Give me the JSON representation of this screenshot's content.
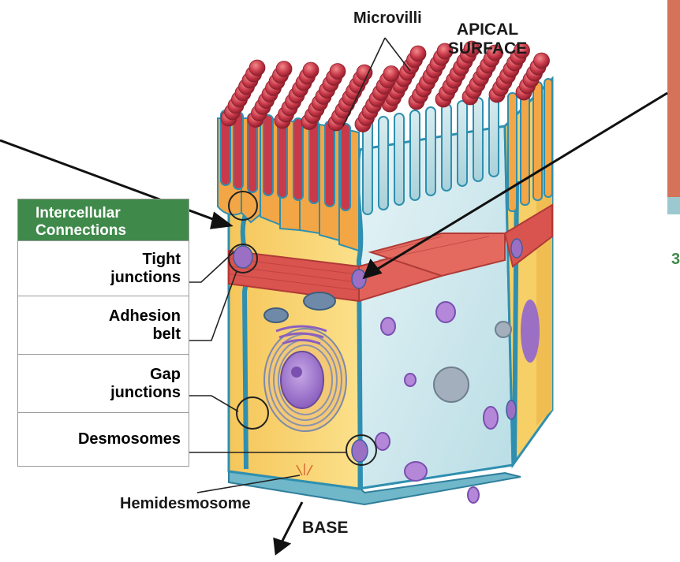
{
  "labels": {
    "microvilli": "Microvilli",
    "apical_surface": "APICAL\nSURFACE",
    "hemidesmosome": "Hemidesmosome",
    "base": "BASE"
  },
  "legend": {
    "title": "Intercellular\nConnections",
    "items": [
      "Tight\njunctions",
      "Adhesion\nbelt",
      "Gap\njunctions",
      "Desmosomes"
    ]
  },
  "edge_text": "3",
  "colors": {
    "legend_header": "#3f8a4a",
    "cell_yellow": "#f7d46a",
    "cell_blue": "#cfe9ee",
    "microvilli_red": "#c8394a",
    "membrane_blue": "#2f8fb0",
    "nucleus_purple": "#9a6fc4",
    "belt_red": "#d9534f"
  }
}
